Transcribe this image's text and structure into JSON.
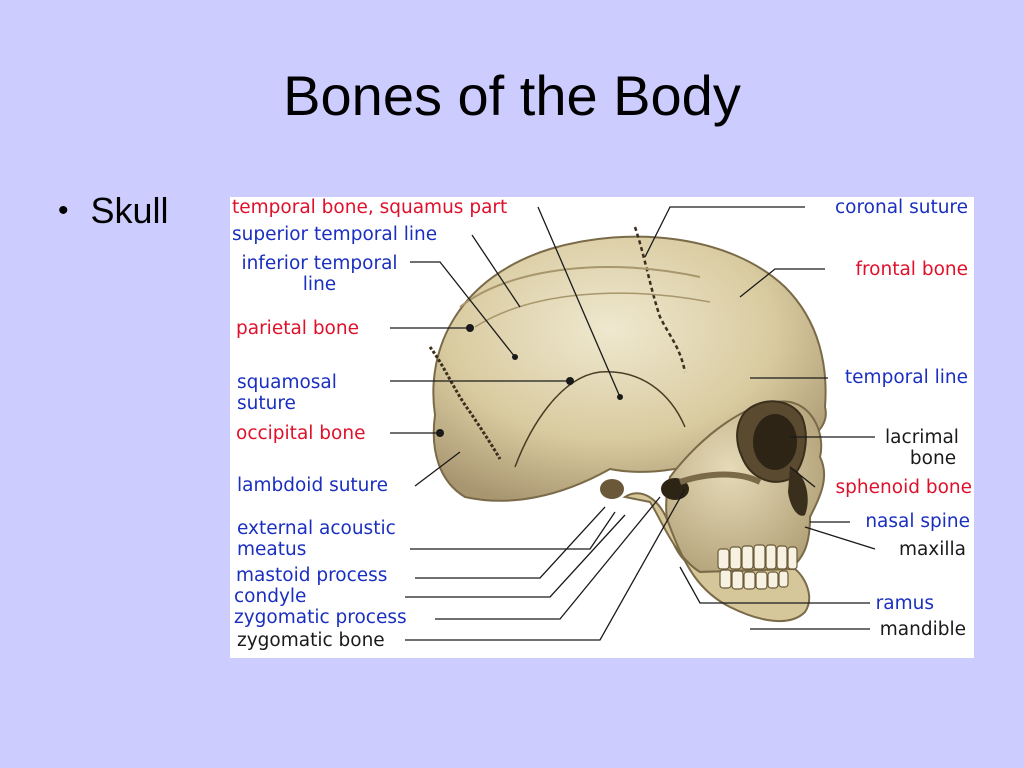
{
  "slide": {
    "title": "Bones of the Body"
  },
  "bullets": [
    {
      "text": "Skull"
    }
  ],
  "diagram": {
    "labels": {
      "temporal_squamus": "temporal bone, squamus part",
      "superior_temporal_line": "superior temporal line",
      "inferior_temporal_1": "inferior temporal",
      "inferior_temporal_2": "line",
      "parietal_bone": "parietal bone",
      "squamosal_1": "squamosal",
      "squamosal_2": "suture",
      "occipital_bone": "occipital bone",
      "lambdoid_suture": "lambdoid suture",
      "external_acoustic_1": "external acoustic",
      "external_acoustic_2": "meatus",
      "mastoid_process": "mastoid process",
      "condyle": "condyle",
      "zygomatic_process": "zygomatic process",
      "zygomatic_bone": "zygomatic bone",
      "coronal_suture": "coronal suture",
      "frontal_bone": "frontal bone",
      "temporal_line": "temporal line",
      "lacrimal_1": "lacrimal",
      "lacrimal_2": "bone",
      "sphenoid_bone": "sphenoid bone",
      "nasal_spine": "nasal spine",
      "maxilla": "maxilla",
      "ramus": "ramus",
      "mandible": "mandible"
    }
  }
}
